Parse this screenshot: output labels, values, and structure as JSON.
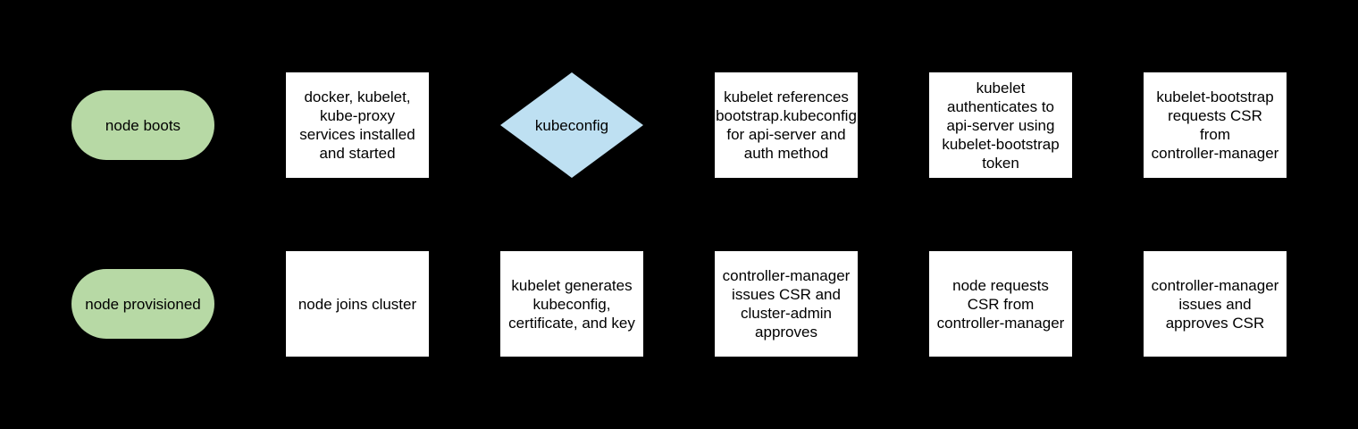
{
  "colors": {
    "background": "#000000",
    "terminal_fill": "#b7d9a5",
    "decision_fill": "#bee0f2",
    "process_fill": "#ffffff",
    "text": "#000000"
  },
  "rows": [
    {
      "nodes": [
        {
          "type": "terminal",
          "label": "node boots"
        },
        {
          "type": "process",
          "label": "docker, kubelet,\nkube-proxy\nservices installed\nand started"
        },
        {
          "type": "decision",
          "label": "kubeconfig"
        },
        {
          "type": "process",
          "label": "kubelet references\nbootstrap.kubeconfig\nfor api-server and\nauth method"
        },
        {
          "type": "process",
          "label": "kubelet\nauthenticates to\napi-server using\nkubelet-bootstrap\ntoken"
        },
        {
          "type": "process",
          "label": "kubelet-bootstrap\nrequests CSR\nfrom\ncontroller-manager"
        }
      ]
    },
    {
      "nodes": [
        {
          "type": "terminal",
          "label": "node provisioned"
        },
        {
          "type": "process",
          "label": "node joins cluster"
        },
        {
          "type": "process",
          "label": "kubelet generates\nkubeconfig,\ncertificate, and key"
        },
        {
          "type": "process",
          "label": "controller-manager\nissues CSR and\ncluster-admin\napproves"
        },
        {
          "type": "process",
          "label": "node requests\nCSR from\ncontroller-manager"
        },
        {
          "type": "process",
          "label": "controller-manager\nissues and\napproves CSR"
        }
      ]
    }
  ]
}
